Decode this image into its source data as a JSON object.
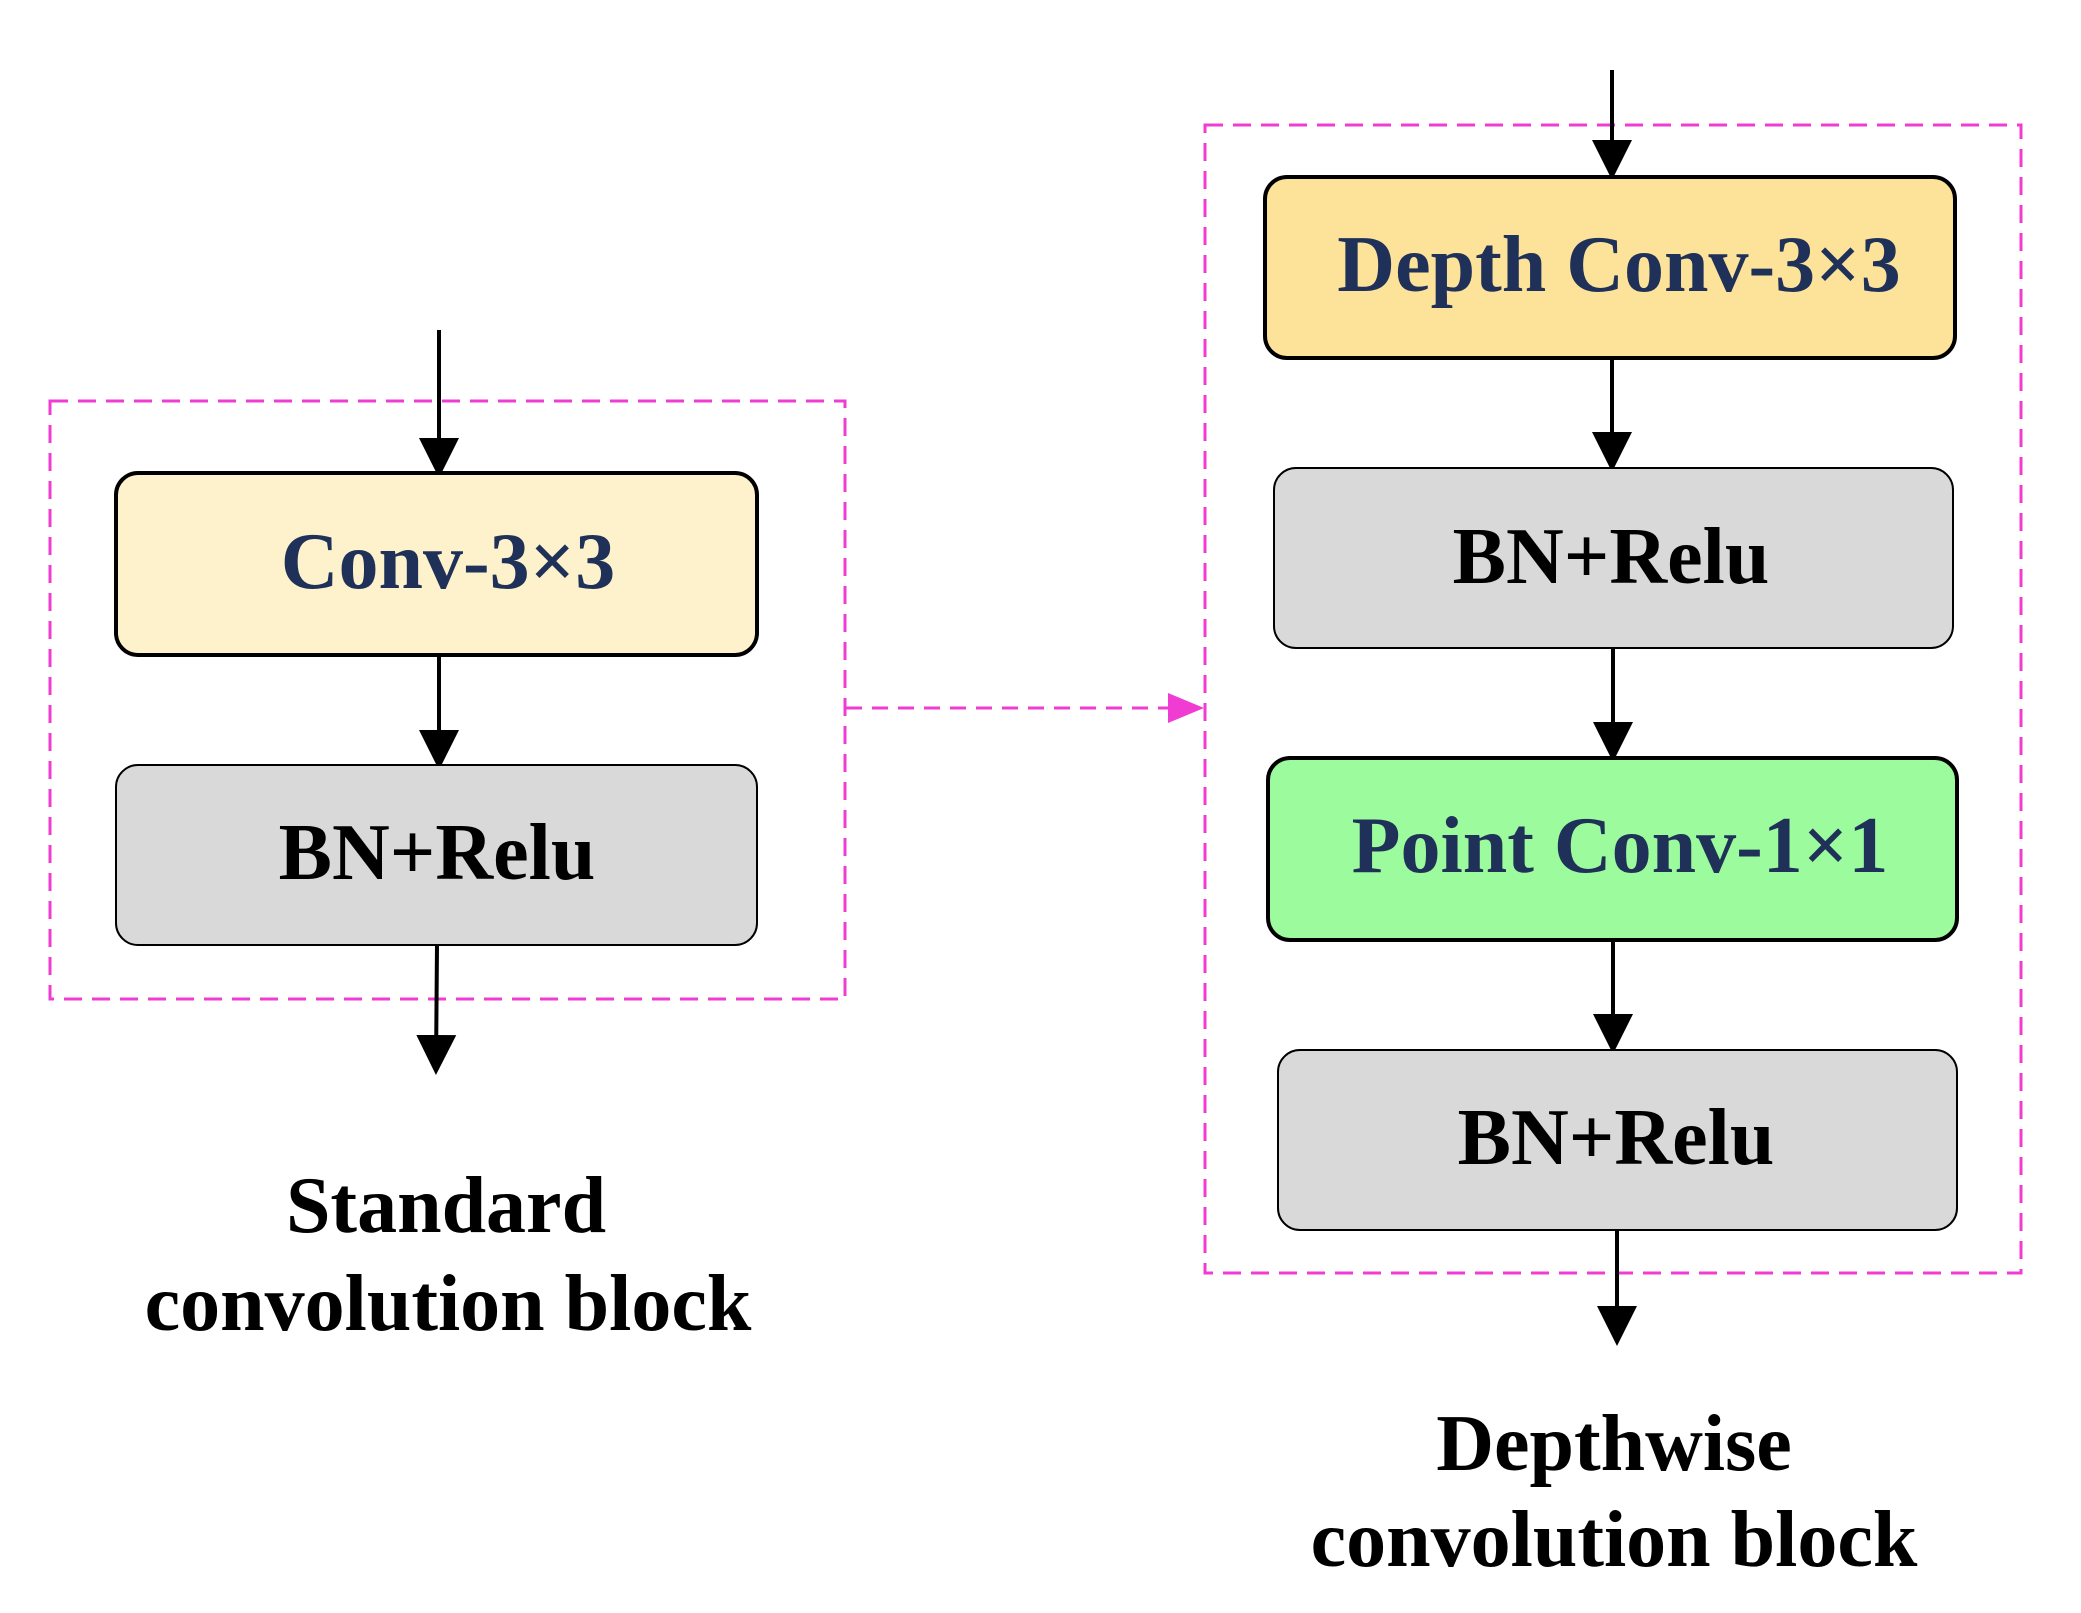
{
  "colors": {
    "conv_fill_light": "#FEF2CC",
    "conv_fill_orange": "#FDE39A",
    "bn_fill": "#D9D9D9",
    "point_fill": "#9CFB9C",
    "label_navy": "#1F3158",
    "label_black": "#000000",
    "dashed_border": "#F03CD2",
    "arrow": "#000000"
  },
  "standard": {
    "conv_label": "Conv-3×3",
    "bn_label": "BN+Relu",
    "caption_line1": "Standard",
    "caption_line2": "convolution block"
  },
  "depthwise": {
    "depth_conv_label": "Depth Conv-3×3",
    "bn1_label": "BN+Relu",
    "point_conv_label": "Point Conv-1×1",
    "bn2_label": "BN+Relu",
    "caption_line1": "Depthwise",
    "caption_line2": "convolution block"
  }
}
